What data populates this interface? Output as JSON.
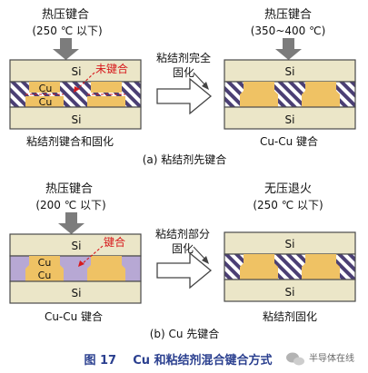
{
  "colors": {
    "si": "#ebe6c8",
    "cu": "#efc264",
    "adhesive": "#b7a8d4",
    "stripe": "#4b3f74",
    "border": "#4a4a4a",
    "arrow_fill": "#7c7c7c",
    "label_red": "#d7191c",
    "caption": "#2a3f8f"
  },
  "icons": {
    "press": "down-arrow-icon",
    "transition": "right-hollow-arrow-icon",
    "wechat": "wechat-logo-icon"
  },
  "part_a": {
    "left_title": "热压键合",
    "left_cond": "(250 ℃ 以下)",
    "unbonded": "未键合",
    "middle_label_1": "粘结剂完全",
    "middle_label_2": "固化",
    "right_title": "热压键合",
    "right_cond": "(350~400 ℃)",
    "left_caption": "粘结剂键合和固化",
    "right_caption": "Cu-Cu 键合",
    "sub_caption": "(a) 粘结剂先键合"
  },
  "part_b": {
    "left_title": "热压键合",
    "left_cond": "(200 ℃ 以下)",
    "bonded": "键合",
    "middle_label_1": "粘结剂部分",
    "middle_label_2": "固化",
    "right_title": "无压退火",
    "right_cond": "(250 ℃ 以下)",
    "left_caption": "Cu-Cu 键合",
    "right_caption": "粘结剂固化",
    "sub_caption": "(b) Cu 先键合"
  },
  "labels": {
    "si": "Si",
    "cu": "Cu"
  },
  "figure_caption": "图 17    Cu 和粘结剂混合键合方式",
  "watermark": "半导体在线"
}
